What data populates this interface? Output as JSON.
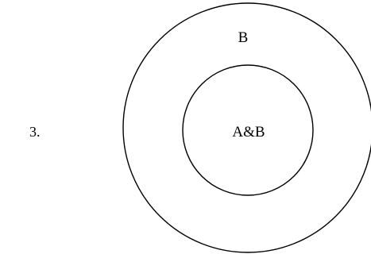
{
  "item_number": "3.",
  "diagram": {
    "outer_label": "B",
    "inner_label": "A&B",
    "stroke_color": "#000000",
    "fill_color": "#ffffff"
  }
}
